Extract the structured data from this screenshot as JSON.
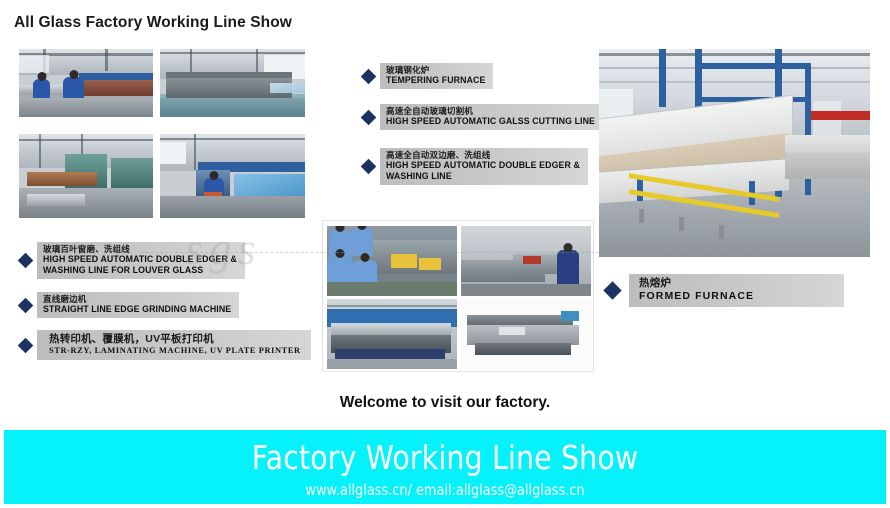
{
  "page": {
    "title": "All Glass Factory Working Line Show",
    "welcome": "Welcome to visit our factory.",
    "watermark": "sgs"
  },
  "colors": {
    "banner_bg": "#05f2fb",
    "banner_text": "#ffffff",
    "bullet": "#1c3263",
    "label_bg": "#c9c9c9",
    "title_text": "#1a1a1a"
  },
  "labels": {
    "right_top": [
      {
        "cn": "玻璃钢化炉",
        "en": "TEMPERING FURNACE"
      },
      {
        "cn": "高速全自动玻璃切割机",
        "en": "HIGH SPEED AUTOMATIC GALSS CUTTING LINE"
      },
      {
        "cn": "高速全自动双边磨、洗组线",
        "en": "HIGH SPEED AUTOMATIC DOUBLE EDGER &\nWASHING LINE"
      }
    ],
    "left_mid": [
      {
        "cn": "玻璃百叶窗磨、洗组线",
        "en": "HIGH SPEED AUTOMATIC DOUBLE EDGER &\nWASHING LINE FOR LOUVER GLASS"
      },
      {
        "cn": "直线磨边机",
        "en": "STRAIGHT LINE EDGE GRINDING MACHINE"
      },
      {
        "cn": "热转印机、覆膜机，UV平板打印机",
        "en": "STR-RZY,  LAMINATING MACHINE,  UV PLATE PRINTER"
      }
    ],
    "right_mid": [
      {
        "cn": "热熔炉",
        "en": "FORMED  FURNACE"
      }
    ]
  },
  "banner": {
    "title": "Factory Working Line Show",
    "subtitle": "www.allglass.cn/ email:allglass@allglass.cn"
  },
  "photos": {
    "top_left_grid": [
      {
        "caption": "tempering-furnace-line-workers"
      },
      {
        "caption": "double-edger-machine"
      },
      {
        "caption": "glass-washing-grinding-line"
      },
      {
        "caption": "automatic-glass-cutting-table"
      }
    ],
    "hero_right": {
      "caption": "large-tempering-furnace-hall"
    },
    "mid_grid": [
      {
        "caption": "workers-assembly-bench"
      },
      {
        "caption": "edge-grinding-workstation"
      },
      {
        "caption": "straight-line-edge-grinding-machine"
      },
      {
        "caption": "uv-flatbed-printer"
      }
    ]
  }
}
